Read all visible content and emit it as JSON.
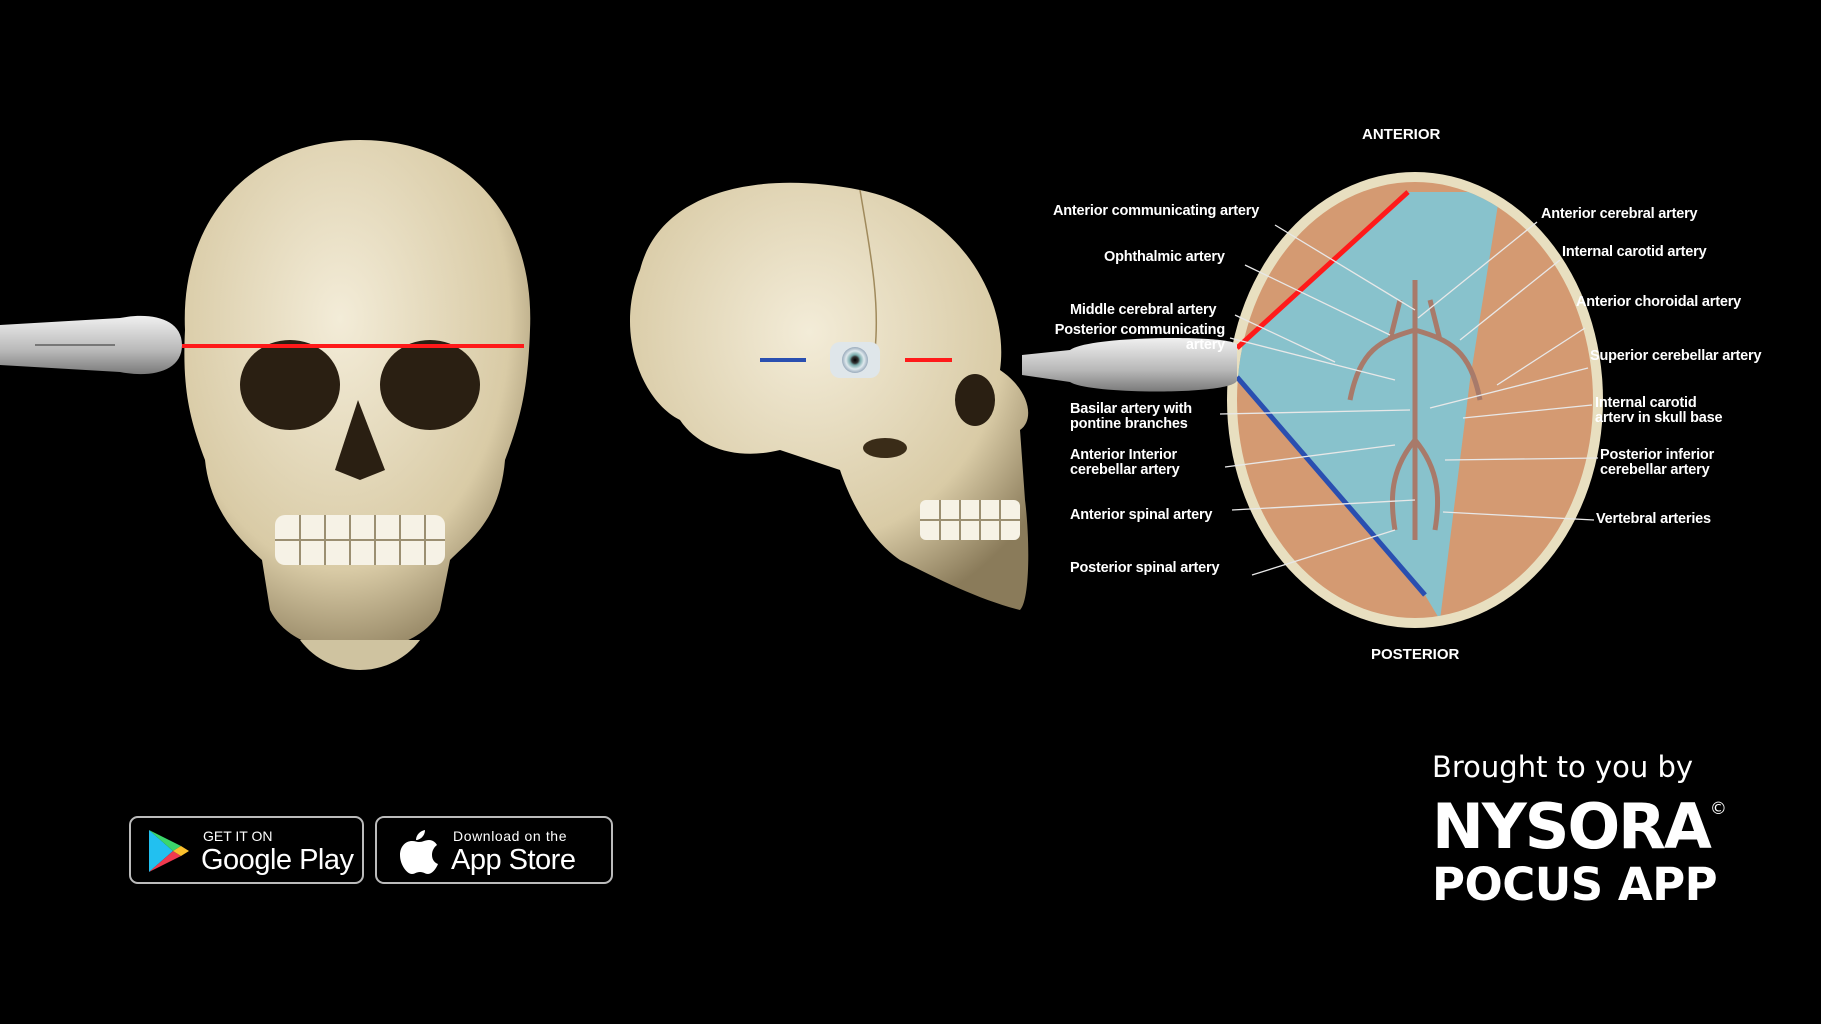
{
  "diagram": {
    "orientation": {
      "top": "ANTERIOR",
      "bottom": "POSTERIOR"
    },
    "labels_left": [
      {
        "id": "aca-comm",
        "text": "Anterior communicating artery"
      },
      {
        "id": "ophthalmic",
        "text": "Ophthalmic artery"
      },
      {
        "id": "mca",
        "text": "Middle cerebral artery"
      },
      {
        "id": "pcomm",
        "text": "Posterior communicating",
        "text2": "artery"
      },
      {
        "id": "basilar",
        "text": "Basilar artery with",
        "text2": "pontine branches"
      },
      {
        "id": "aica",
        "text": "Anterior Interior",
        "text2": "cerebellar artery"
      },
      {
        "id": "asa",
        "text": "Anterior spinal artery"
      },
      {
        "id": "psa",
        "text": "Posterior spinal artery"
      }
    ],
    "labels_right": [
      {
        "id": "aca",
        "text": "Anterior cerebral artery"
      },
      {
        "id": "ica",
        "text": "Internal carotid artery"
      },
      {
        "id": "achor",
        "text": "Anterior choroidal artery"
      },
      {
        "id": "sca",
        "text": "Superior cerebellar artery"
      },
      {
        "id": "ica-base",
        "text": "Internal carotid",
        "text2": "arterv in skull base"
      },
      {
        "id": "pica",
        "text": "Posterior inferior",
        "text2": "cerebellar artery"
      },
      {
        "id": "vert",
        "text": "Vertebral arteries"
      }
    ],
    "colors": {
      "insonation_red": "#ff1a1a",
      "insonation_blue": "#2a4fb0",
      "field_blue": "#7fc6d6",
      "brain": "#d49a72",
      "bone": "#e8dfc0"
    }
  },
  "stores": {
    "google": {
      "small": "GET IT ON",
      "big": "Google Play",
      "icon": "google-play-icon"
    },
    "apple": {
      "small": "Download on the",
      "big": "App Store",
      "icon": "apple-icon"
    }
  },
  "branding": {
    "tagline": "Brought to you by",
    "name": "NYSORA",
    "copyright": "©",
    "product": "POCUS APP"
  }
}
